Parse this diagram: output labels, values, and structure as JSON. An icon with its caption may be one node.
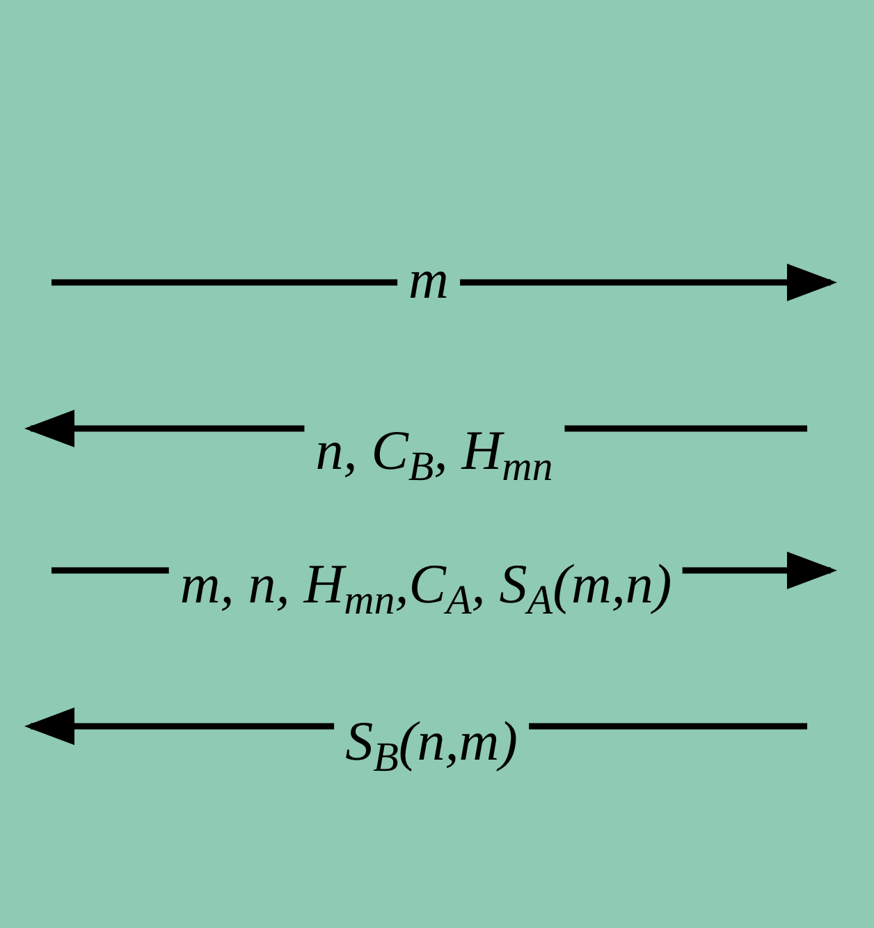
{
  "diagram": {
    "labels": [
      "m",
      "n, C$_{B}$, H$_{mn}$",
      "m, n, H$_{mn}$,C$_{A}$, S$_{A}$(m,n)",
      "S$_{B}$(n,m)"
    ]
  }
}
